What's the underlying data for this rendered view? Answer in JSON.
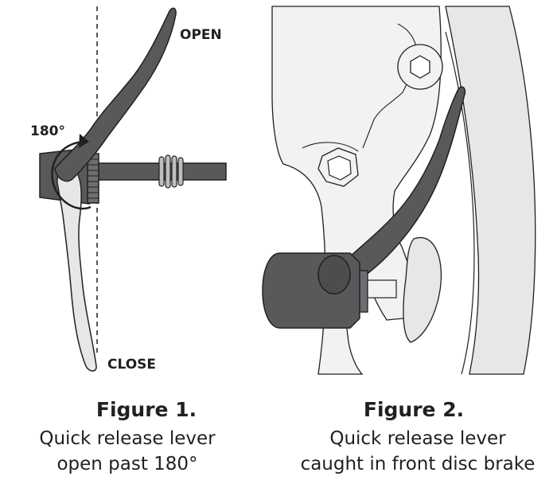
{
  "figure1": {
    "label_open": "OPEN",
    "label_close": "CLOSE",
    "label_angle": "180°",
    "title": "Figure 1.",
    "caption_line1": "Quick release lever",
    "caption_line2": "open past 180°"
  },
  "figure2": {
    "title": "Figure 2.",
    "caption_line1": "Quick release lever",
    "caption_line2": "caught in front disc brake"
  },
  "colors": {
    "lever_dark": "#58595b",
    "lever_light": "#e6e7e8",
    "outline": "#231f20",
    "caliper_fill": "#f1f2f2",
    "rotor_fill": "#e6e7e8"
  }
}
